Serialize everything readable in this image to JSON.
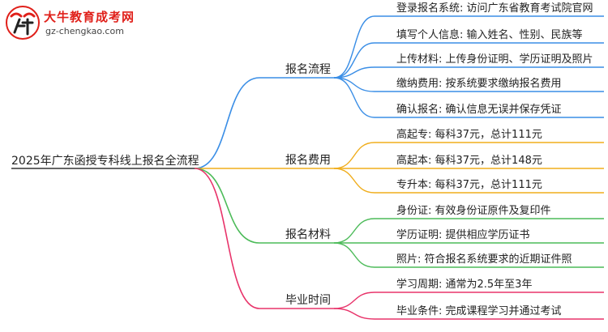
{
  "brand": {
    "name": "大牛教育成考网",
    "url": "gz-chengkao.com",
    "colors": {
      "red": "#e0201a",
      "dark": "#333333"
    }
  },
  "root": {
    "label": "2025年广东函授专科线上报名全流程"
  },
  "branches": [
    {
      "label": "报名流程",
      "color": "#3a8ee6",
      "children": [
        "登录报名系统: 访问广东省教育考试院官网",
        "填写个人信息: 输入姓名、性别、民族等",
        "上传材料: 上传身份证明、学历证明及照片",
        "缴纳费用: 按系统要求缴纳报名费用",
        "确认报名: 确认信息无误并保存凭证"
      ]
    },
    {
      "label": "报名费用",
      "color": "#f0ad1c",
      "children": [
        "高起专: 每科37元，总计111元",
        "高起本: 每科37元，总计148元",
        "专升本: 每科37元，总计111元"
      ]
    },
    {
      "label": "报名材料",
      "color": "#4cbb59",
      "children": [
        "身份证: 有效身份证原件及复印件",
        "学历证明: 提供相应学历证书",
        "照片: 符合报名系统要求的近期证件照"
      ]
    },
    {
      "label": "毕业时间",
      "color": "#e8336a",
      "children": [
        "学习周期: 通常为2.5年至3年",
        "毕业条件: 完成课程学习并通过考试"
      ]
    }
  ]
}
